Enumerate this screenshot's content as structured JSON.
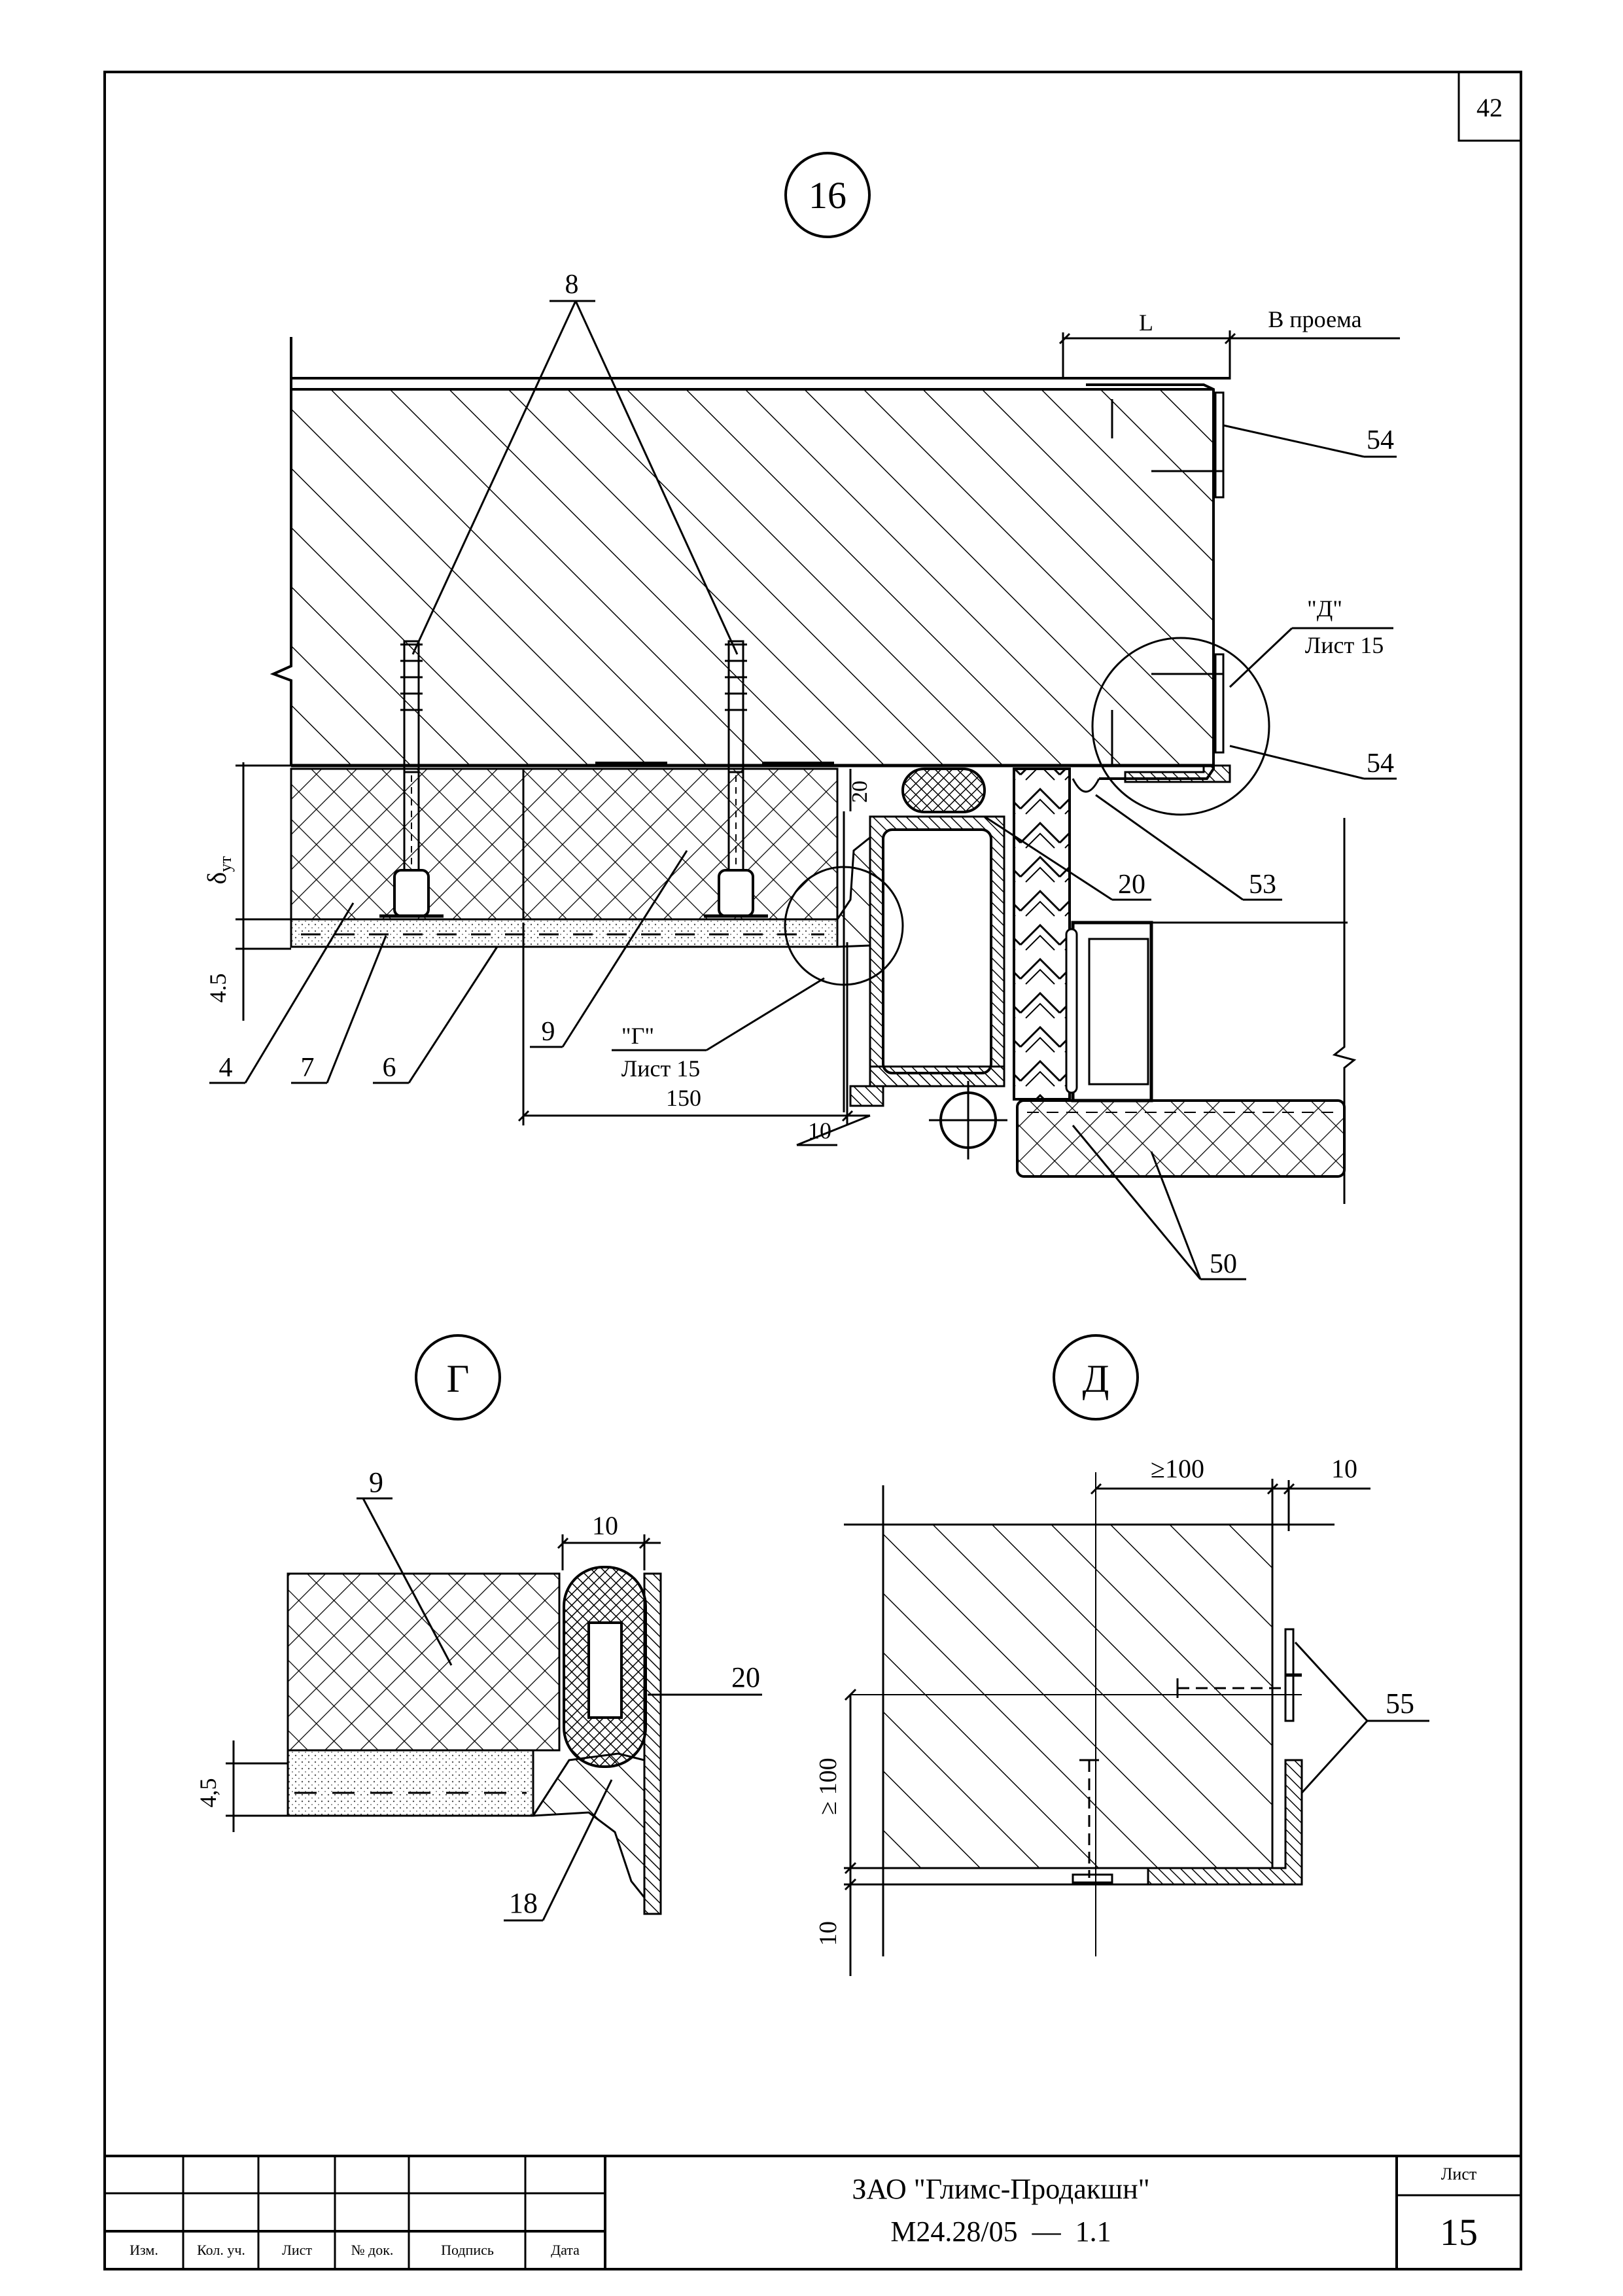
{
  "sheet": {
    "corner_number": "42"
  },
  "views": {
    "main": {
      "badge": "16",
      "labels": {
        "anchor": "8",
        "L": "L",
        "v_proema": "В проема",
        "callout_d_title": "\"Д\"",
        "callout_d_sheet": "Лист 15",
        "callout_g_title": "\"Г\"",
        "callout_g_sheet": "Лист 15",
        "p54a": "54",
        "p54b": "54",
        "p20": "20",
        "p53": "53",
        "p9": "9",
        "p4": "4",
        "p7": "7",
        "p6": "6",
        "p50": "50",
        "dim_20": "20",
        "dim_45": "4.5",
        "dim_150": "150",
        "dim_10": "10",
        "delta": "δ",
        "delta_sub": "ут"
      }
    },
    "g": {
      "badge": "Г",
      "labels": {
        "p9": "9",
        "p20": "20",
        "p18": "18",
        "dim_10": "10",
        "dim_45": "4,5"
      }
    },
    "d": {
      "badge": "Д",
      "labels": {
        "dim_100h": "≥100",
        "dim_10h": "10",
        "p55": "55",
        "dim_100v": "≥ 100",
        "dim_10v": "10"
      }
    }
  },
  "title_block": {
    "headers": [
      "Изм.",
      "Кол. уч.",
      "Лист",
      "№ док.",
      "Подпись",
      "Дата"
    ],
    "company": "ЗАО \"Глимс-Продакшн\"",
    "doc_code": "М24.28/05  —  1.1",
    "sheet_label": "Лист",
    "sheet_number": "15"
  }
}
